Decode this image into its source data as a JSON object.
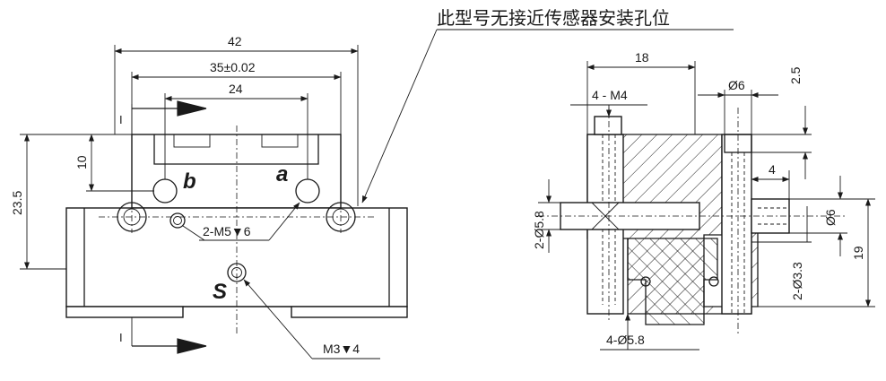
{
  "annotation": {
    "sensor_note": "此型号无接近传感器安装孔位"
  },
  "front_view": {
    "dims": {
      "width": "42",
      "pitch": "35±0.02",
      "inner": "24",
      "height": "23.5",
      "top": "10"
    },
    "threads": {
      "side_holes": "2-M5▼6",
      "bottom_hole": "M3▼4"
    },
    "labels": {
      "a": "a",
      "b": "b",
      "s": "S",
      "section_top": "I",
      "section_bottom": "I"
    }
  },
  "side_view": {
    "dims": {
      "width": "18",
      "depth_top": "2.5",
      "offset": "4",
      "height": "19"
    },
    "threads": {
      "m4": "4 - M4",
      "dia6_top": "Ø6",
      "dia6_side": "Ø6",
      "dia58_side": "2-Ø5.8",
      "dia33": "2-Ø3.3",
      "dia58_bottom": "4-Ø5.8"
    }
  }
}
